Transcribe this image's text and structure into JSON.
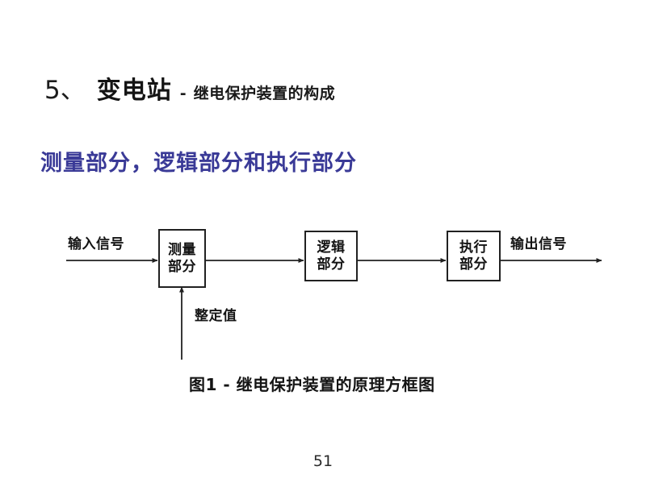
{
  "slide": {
    "background_color": "#ffffff",
    "page_number": "51"
  },
  "title": {
    "number": "5、",
    "main": "变电站",
    "dash": "-",
    "subtitle": "继电保护装置的构成",
    "color": "#141414"
  },
  "subtitle": {
    "text": "测量部分，逻辑部分和执行部分",
    "color": "#3a3a97"
  },
  "diagram": {
    "caption": "图1 - 继电保护装置的原理方框图",
    "input_label": "输入信号",
    "output_label": "输出信号",
    "setting_label": "整定值",
    "line_color": "#212121",
    "blocks": [
      {
        "line1": "测量",
        "line2": "部分"
      },
      {
        "line1": "逻辑",
        "line2": "部分"
      },
      {
        "line1": "执行",
        "line2": "部分"
      }
    ]
  }
}
